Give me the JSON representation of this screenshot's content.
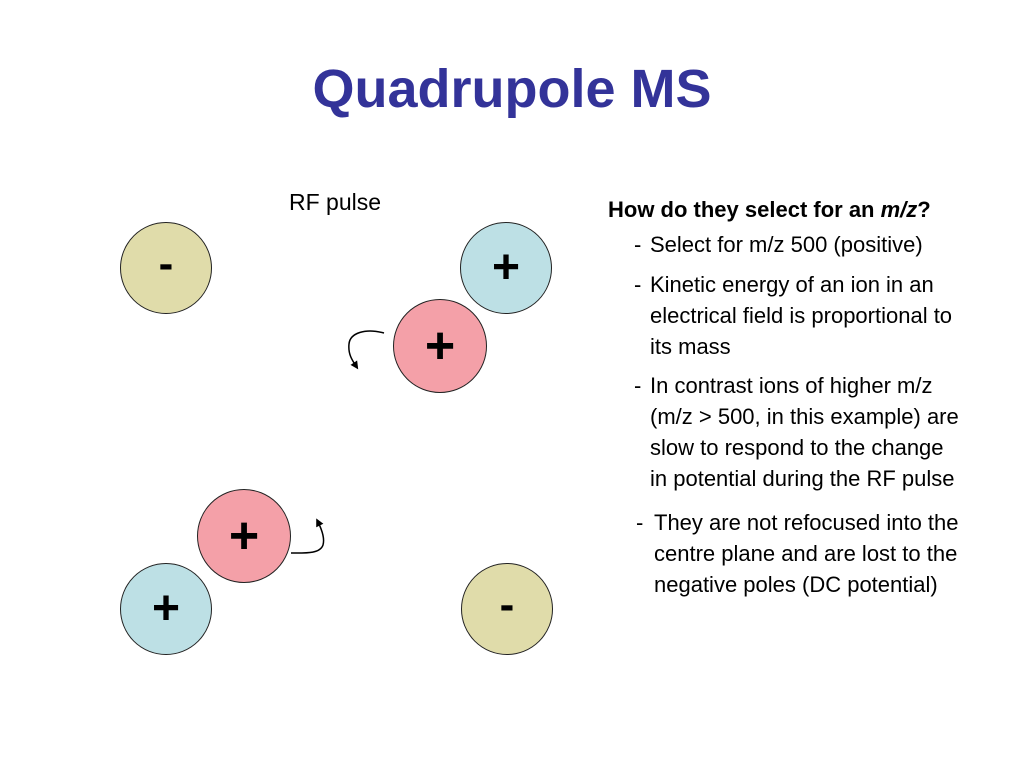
{
  "slide": {
    "title": "Quadrupole MS",
    "rf_label": "RF pulse"
  },
  "poles": {
    "top_left_sign": "-",
    "top_right_sign": "+",
    "bottom_left_sign": "+",
    "bottom_right_sign": "-",
    "ion_upper_sign": "+",
    "ion_lower_sign": "+"
  },
  "colors": {
    "title": "#333399",
    "negative_pole": "#e0dcaa",
    "positive_pole": "#bde0e5",
    "ion": "#f4a0a8"
  },
  "panel": {
    "question_prefix": "How do they select for an ",
    "question_italic": "m/z",
    "question_suffix": "?",
    "points": [
      {
        "dash": "-",
        "lines": [
          "Select for m/z 500 (positive)"
        ]
      },
      {
        "dash": "-",
        "lines": [
          "Kinetic energy of an ion in an",
          "electrical field is proportional to",
          "its mass"
        ]
      },
      {
        "dash": "-",
        "lines": [
          "In contrast ions of higher m/z",
          "(m/z > 500, in this example) are",
          "slow to respond to the change",
          "in potential during the RF pulse"
        ]
      },
      {
        "dash": "-",
        "lines": [
          "They are not refocused into the",
          "centre plane and are lost to the",
          "negative poles (DC potential)"
        ]
      }
    ]
  }
}
